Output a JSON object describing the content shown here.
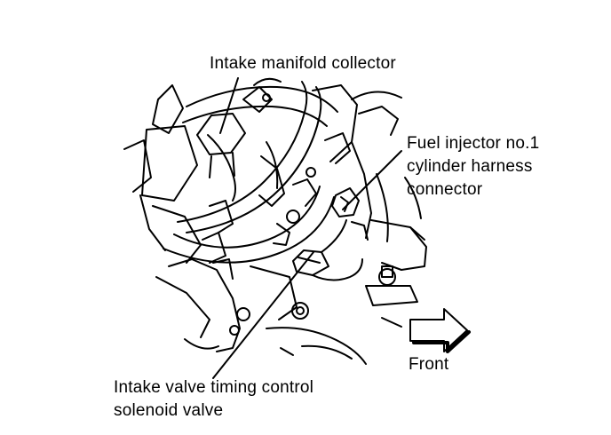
{
  "diagram": {
    "labels": {
      "intake_manifold_collector": "Intake manifold collector",
      "fuel_injector": [
        "Fuel injector no.1",
        "cylinder harness",
        "connector"
      ],
      "front": "Front",
      "intake_valve_timing": [
        "Intake valve timing control",
        "solenoid valve"
      ]
    },
    "colors": {
      "ink": "#000000",
      "paper": "#ffffff"
    },
    "icons": {
      "direction_arrow": "front-arrow-icon"
    }
  }
}
